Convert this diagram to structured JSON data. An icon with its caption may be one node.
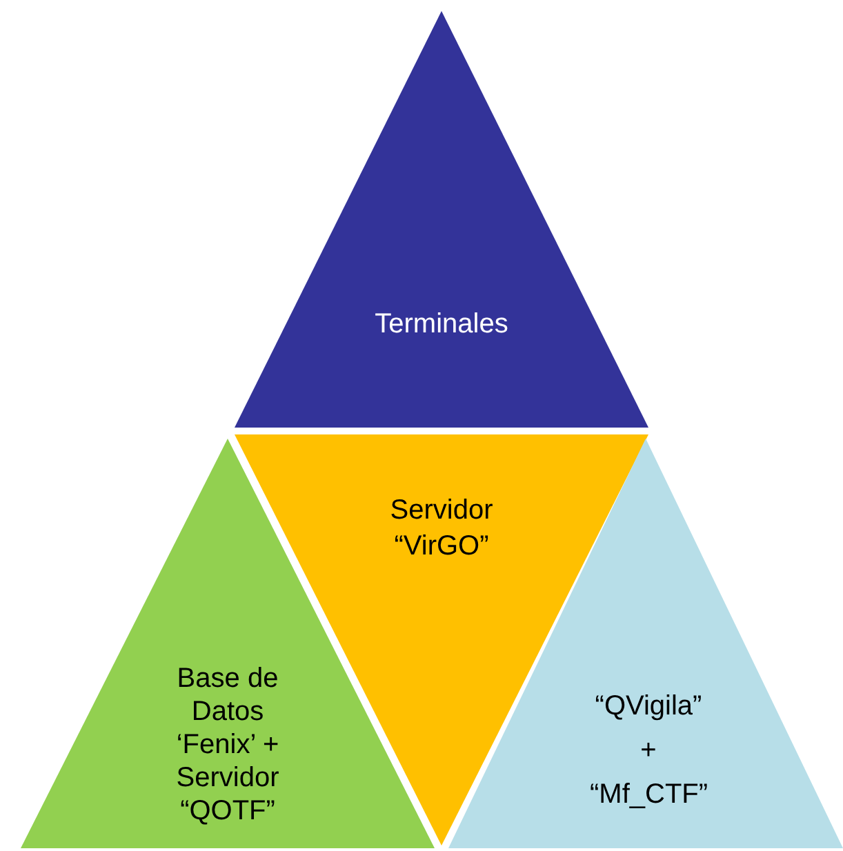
{
  "diagram": {
    "nodes": [
      {
        "text": [
          "Terminales"
        ]
      },
      {
        "text": [
          "Servidor “VirGO”"
        ]
      },
      {
        "text": [
          "Base de Datos ‘Fenix’ + Servidor “QOTF”"
        ]
      },
      {
        "text": [
          "“QVigila” + “Mf_CTF”"
        ]
      }
    ]
  }
}
